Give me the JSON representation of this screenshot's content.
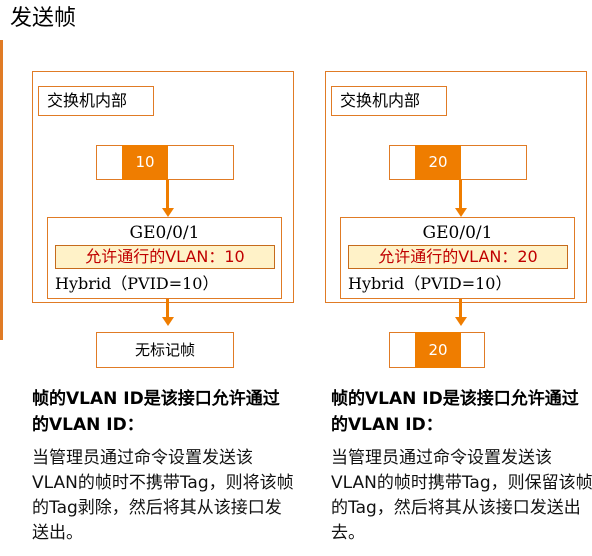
{
  "title": "发送帧",
  "left": {
    "switch_label": "交换机内部",
    "frame_tag": "10",
    "port_name": "GE0/0/1",
    "vlan_allowed": "允许通行的VLAN：10",
    "port_mode": "Hybrid（PVID=10）",
    "output_label": "无标记帧",
    "heading": "帧的VLAN ID是该接口允许通过的VLAN ID：",
    "description": "当管理员通过命令设置发送该VLAN的帧时不携带Tag，则将该帧的Tag剥除，然后将其从该接口发送出。"
  },
  "right": {
    "switch_label": "交换机内部",
    "frame_tag": "20",
    "port_name": "GE0/0/1",
    "vlan_allowed": "允许通行的VLAN：20",
    "port_mode": "Hybrid（PVID=10）",
    "output_tag": "20",
    "heading": "帧的VLAN ID是该接口允许通过的VLAN ID：",
    "description": "当管理员通过命令设置发送该VLAN的帧时携带Tag，则保留该帧的Tag，然后将其从该接口发送出去。"
  },
  "colors": {
    "accent": "#ef7d00",
    "border": "#e07b25",
    "vlan_bg": "#fff2c8",
    "vlan_text": "#c00000"
  }
}
